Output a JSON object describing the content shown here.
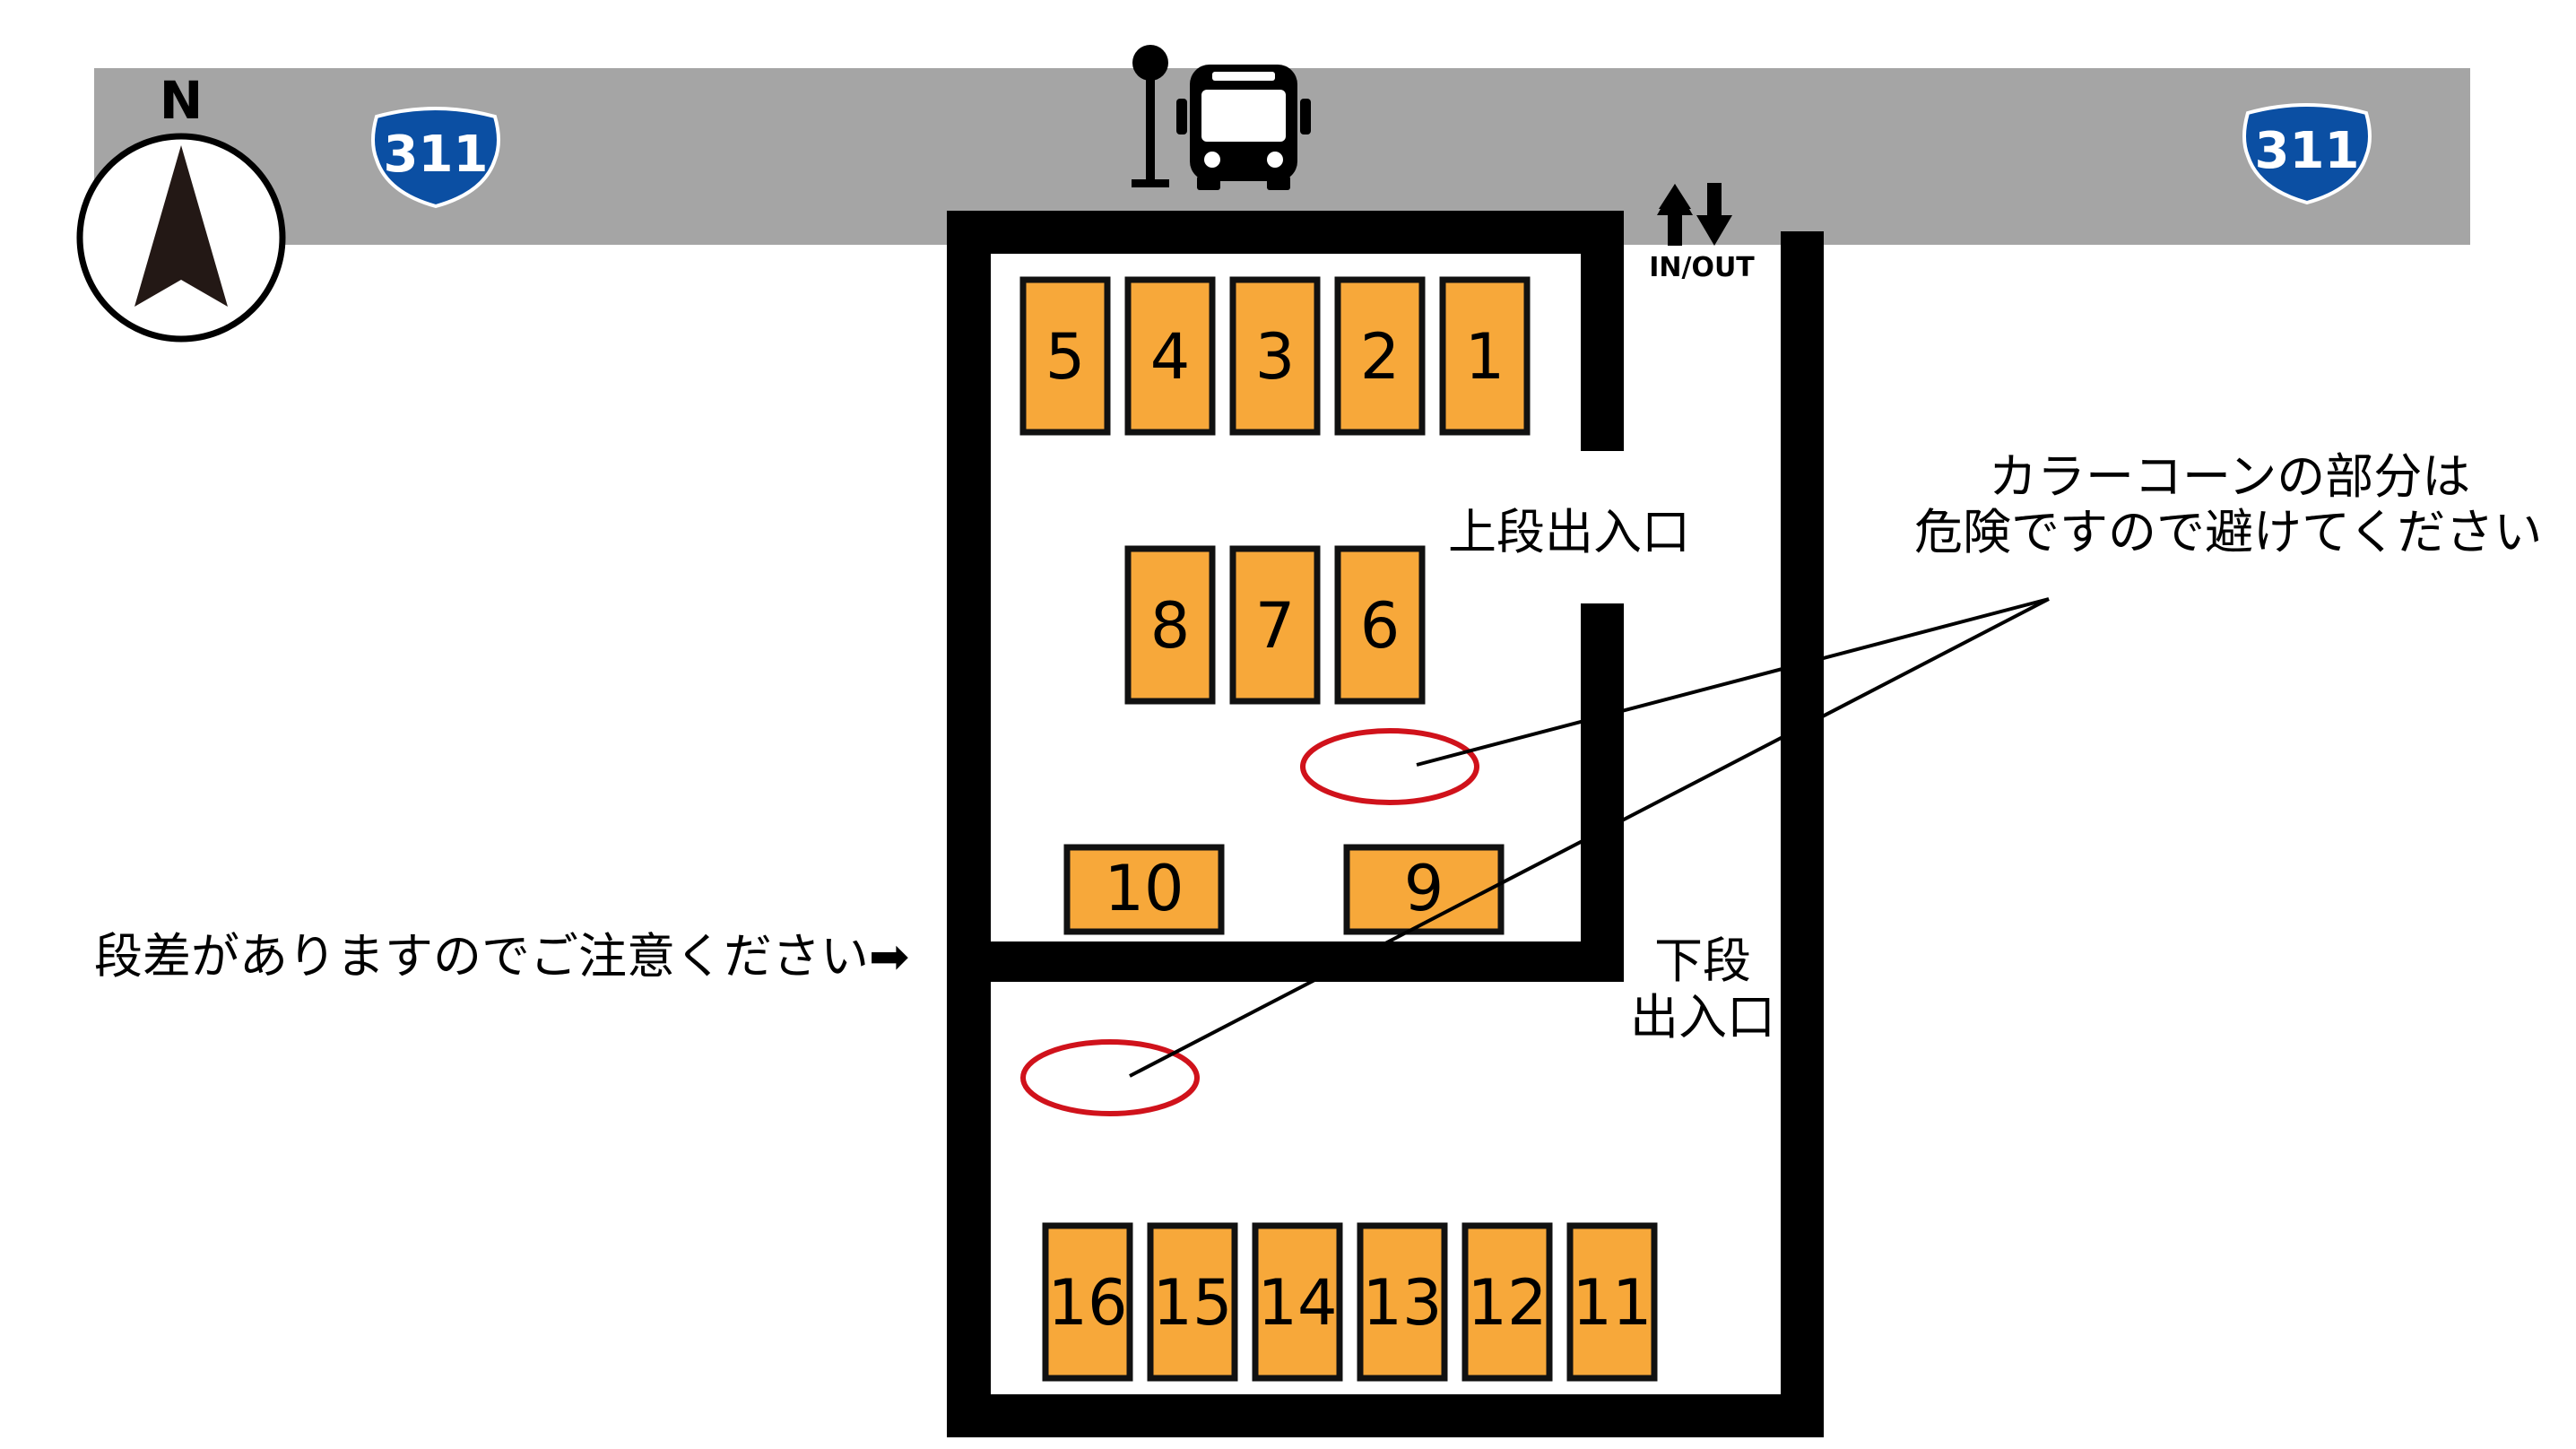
{
  "colors": {
    "road": "#a5a5a5",
    "wall": "#000000",
    "spot_fill": "#f7a83a",
    "spot_border": "#111111",
    "cone_marker": "#d0121b",
    "route_shield": "#0b4fa3"
  },
  "compass": {
    "label": "N"
  },
  "road": {
    "route_shield_left": "311",
    "route_shield_right": "311"
  },
  "icons": {
    "bus_stop": "bus-stop-sign-icon",
    "bus": "bus-icon",
    "entry_arrows": "in-out-arrows-icon"
  },
  "entrance": {
    "label": "IN/OUT"
  },
  "labels": {
    "upper_entrance": "上段出入口",
    "lower_entrance_line1": "下段",
    "lower_entrance_line2": "出入口",
    "step_warning": "段差がありますのでご注意ください➡",
    "cone_warning_line1": "カラーコーンの部分は",
    "cone_warning_line2": "危険ですので避けてください"
  },
  "spots": {
    "s1": "1",
    "s2": "2",
    "s3": "3",
    "s4": "4",
    "s5": "5",
    "s6": "6",
    "s7": "7",
    "s8": "8",
    "s9": "9",
    "s10": "10",
    "s11": "11",
    "s12": "12",
    "s13": "13",
    "s14": "14",
    "s15": "15",
    "s16": "16"
  }
}
